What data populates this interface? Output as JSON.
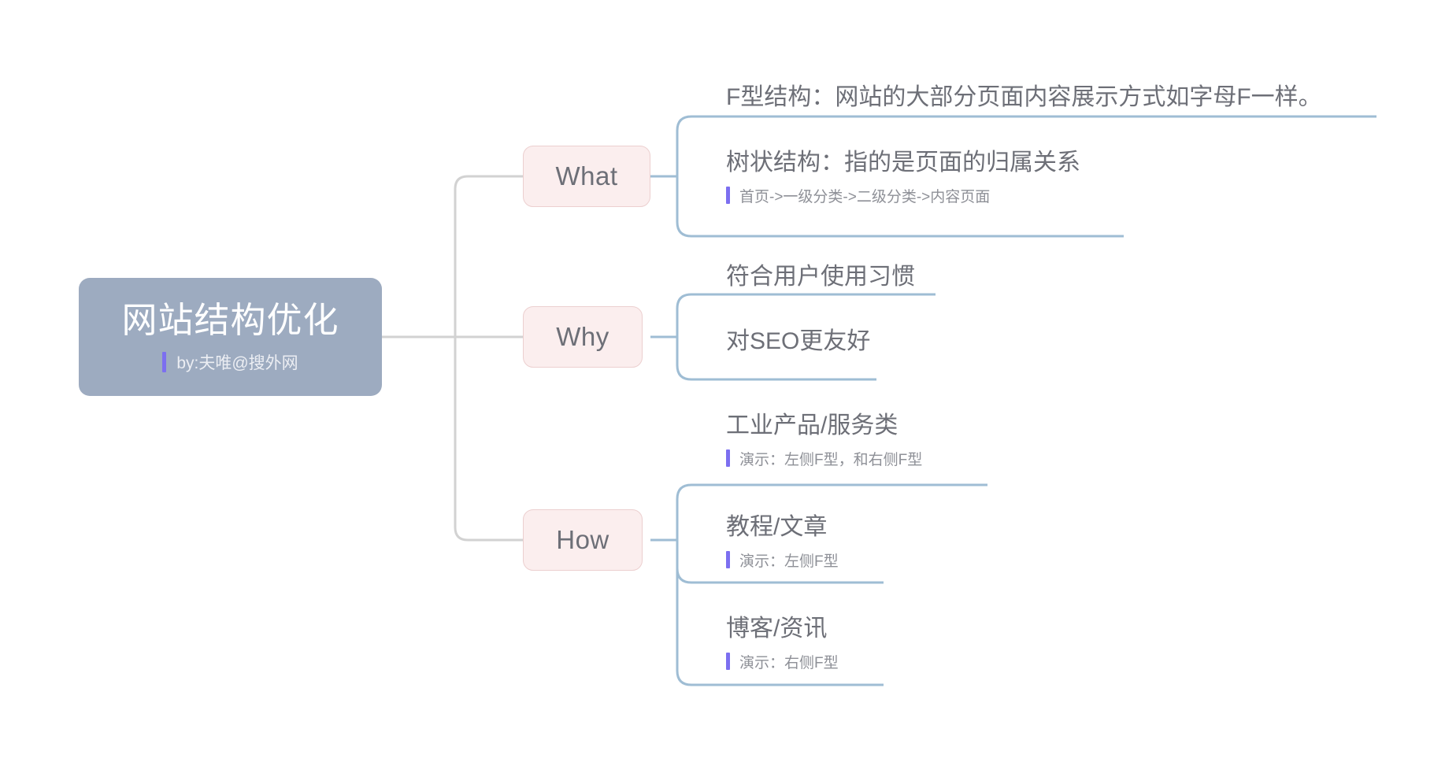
{
  "theme": {
    "background": "#ffffff",
    "root_fill": "#9dabc0",
    "root_text": "#ffffff",
    "branch_fill": "#fbeeee",
    "branch_border": "#eccfcf",
    "branch_text": "#6d6f77",
    "topic_text": "#6d6f77",
    "detail_text": "#8e9097",
    "wire_blue": "#9fbdd4",
    "wire_gray": "#d2d2d2",
    "accent_bar": "#7c6ff0"
  },
  "mindmap": {
    "root": {
      "title": "网站结构优化",
      "subtitle": "by:夫唯@搜外网"
    },
    "branches": [
      {
        "label": "What",
        "topics": [
          {
            "title": "F型结构：网站的大部分页面内容展示方式如字母F一样。",
            "details": []
          },
          {
            "title": "树状结构：指的是页面的归属关系",
            "details": [
              "首页->一级分类->二级分类->内容页面"
            ]
          }
        ]
      },
      {
        "label": "Why",
        "topics": [
          {
            "title": "符合用户使用习惯",
            "details": []
          },
          {
            "title": "对SEO更友好",
            "details": []
          }
        ]
      },
      {
        "label": "How",
        "topics": [
          {
            "title": "工业产品/服务类",
            "details": [
              "演示：左侧F型，和右侧F型"
            ]
          },
          {
            "title": "教程/文章",
            "details": [
              "演示：左侧F型"
            ]
          },
          {
            "title": "博客/资讯",
            "details": [
              "演示：右侧F型"
            ]
          }
        ]
      }
    ]
  }
}
